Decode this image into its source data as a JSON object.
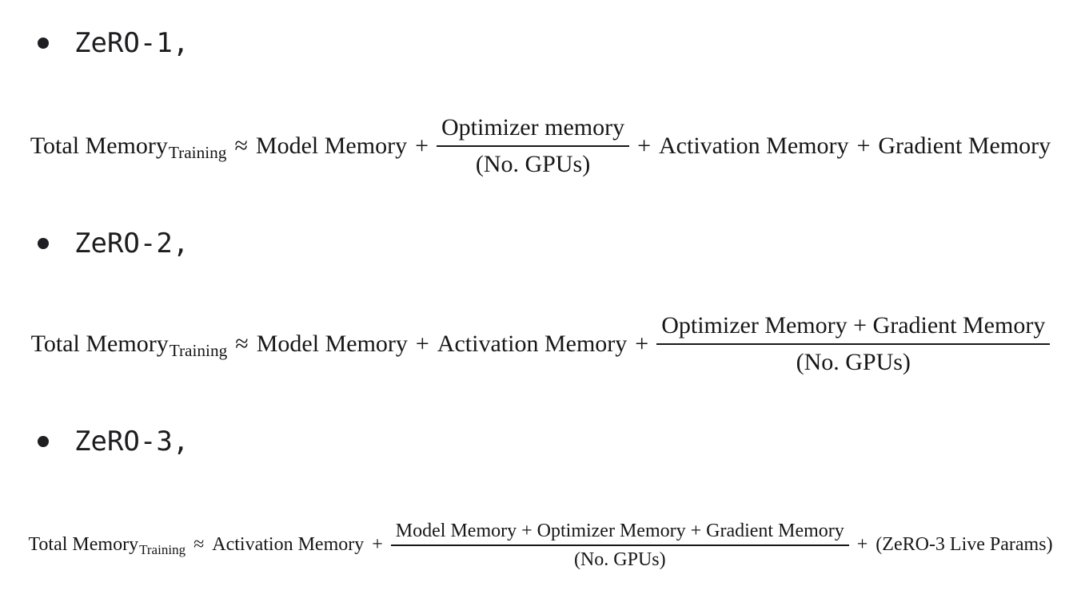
{
  "page": {
    "background": "#ffffff",
    "bullet_text_color": "#1d1d20",
    "equation_color": "#171717"
  },
  "sections": [
    {
      "label": "ZeRO-1,",
      "equation": {
        "lhs_main": "Total Memory",
        "lhs_sub": "Training",
        "approx": "≈",
        "term_1": "Model Memory",
        "plus_1": "+",
        "fraction": {
          "numerator": "Optimizer memory",
          "denominator": "(No. GPUs)"
        },
        "plus_2": "+",
        "term_2": "Activation Memory",
        "plus_3": "+",
        "term_3": "Gradient Memory"
      }
    },
    {
      "label": "ZeRO-2,",
      "equation": {
        "lhs_main": "Total Memory",
        "lhs_sub": "Training",
        "approx": "≈",
        "term_1": "Model Memory",
        "plus_1": "+",
        "term_2": "Activation Memory",
        "plus_2": "+",
        "fraction": {
          "numerator": "Optimizer Memory + Gradient Memory",
          "denominator": "(No. GPUs)"
        }
      }
    },
    {
      "label": "ZeRO-3,",
      "equation": {
        "lhs_main": "Total Memory",
        "lhs_sub": "Training",
        "approx": "≈",
        "term_1": "Activation Memory",
        "plus_1": "+",
        "fraction": {
          "numerator": "Model Memory + Optimizer Memory + Gradient Memory",
          "denominator": "(No. GPUs)"
        },
        "plus_2": "+",
        "term_2": "(ZeRO-3 Live Params)"
      }
    }
  ]
}
